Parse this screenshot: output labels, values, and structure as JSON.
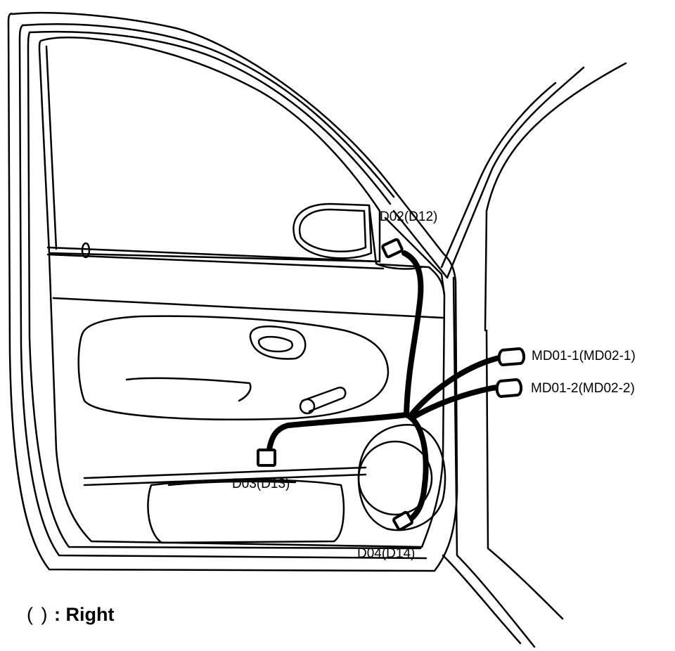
{
  "labels": {
    "d02": "D02(D12)",
    "d03": "D03(D13)",
    "d04": "D04(D14)",
    "md01_1": "MD01-1(MD02-1)",
    "md01_2": "MD01-2(MD02-2)"
  },
  "legend": {
    "parens": "(  )",
    "text": ": Right"
  },
  "colors": {
    "line": "#000000",
    "background": "#ffffff"
  }
}
